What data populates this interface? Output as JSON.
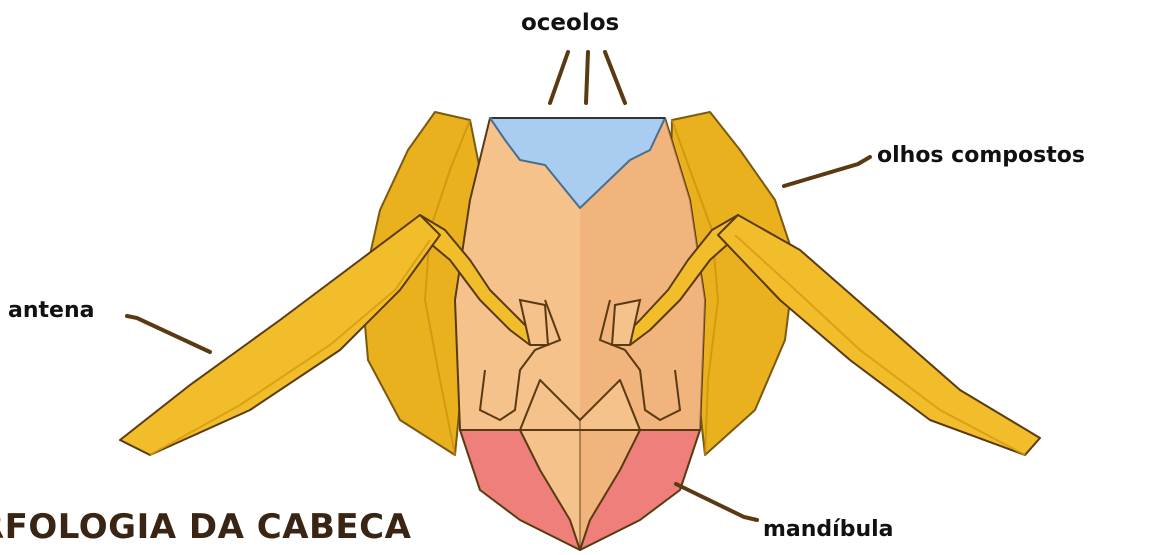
{
  "diagram": {
    "title": "RFOLOGIA DA CABECA",
    "labels": {
      "ocelli": "oceolos",
      "compound_eyes": "olhos compostos",
      "antenna": "antena",
      "mandible": "mandíbula"
    },
    "colors": {
      "eye_yellow": "#e9b11e",
      "antenna_yellow": "#f2bd2a",
      "face_peach": "#f6c28b",
      "face_shade": "#efaa72",
      "ocelli_blue": "#a9cdf0",
      "mandible_red": "#ee7f7a",
      "leader_line": "#5a3a12",
      "title_brown": "#3a2514"
    }
  }
}
